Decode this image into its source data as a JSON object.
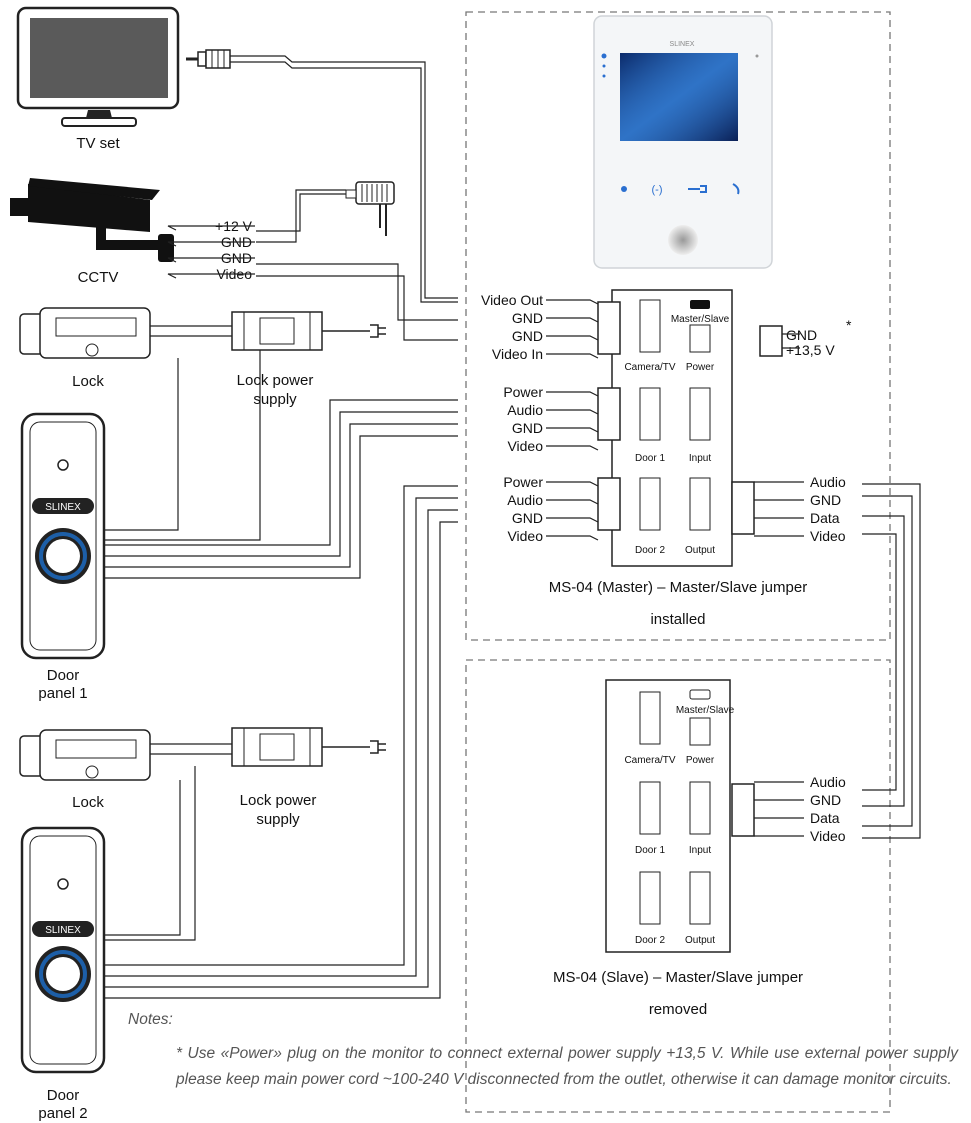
{
  "devices": {
    "tv_label": "TV set",
    "cctv_label": "CCTV",
    "lock_label": "Lock",
    "lock_psu_label_1": "Lock power",
    "lock_psu_label_2": "supply",
    "door1_label_1": "Door",
    "door1_label_2": "panel 1",
    "door2_label_1": "Door",
    "door2_label_2": "panel 2",
    "panel_brand": "SLINEX",
    "monitor_brand": "SLINEX"
  },
  "cctv_wires": [
    "+12 V",
    "GND",
    "GND",
    "Video"
  ],
  "master": {
    "input_wires": [
      "Video Out",
      "GND",
      "GND",
      "Video In"
    ],
    "power_wires": [
      "GND",
      "+13,5 V"
    ],
    "power_asterisk": "*",
    "door1_wires": [
      "Power",
      "Audio",
      "GND",
      "Video"
    ],
    "door2_wires": [
      "Power",
      "Audio",
      "GND",
      "Video"
    ],
    "bus_wires": [
      "Audio",
      "GND",
      "Data",
      "Video"
    ],
    "connectors": {
      "jumper": "Master/Slave",
      "camera_tv": "Camera/TV",
      "power": "Power",
      "door1": "Door 1",
      "input": "Input",
      "door2": "Door 2",
      "output": "Output"
    },
    "caption_1": "MS-04 (Master) – Master/Slave jumper",
    "caption_2": "installed"
  },
  "slave": {
    "bus_wires": [
      "Audio",
      "GND",
      "Data",
      "Video"
    ],
    "connectors": {
      "jumper": "Master/Slave",
      "camera_tv": "Camera/TV",
      "power": "Power",
      "door1": "Door 1",
      "input": "Input",
      "door2": "Door 2",
      "output": "Output"
    },
    "caption_1": "MS-04 (Slave) – Master/Slave jumper",
    "caption_2": "removed"
  },
  "notes": {
    "title": "Notes:",
    "body": "* Use «Power» plug on the monitor to connect external power supply +13,5 V. While use external power supply please keep main power cord ~100-240 V disconnected from the outlet, otherwise it can damage monitor circuits."
  },
  "colors": {
    "panel_ring": "#1d5fa8",
    "screen_blue": "#1a4fa0",
    "monitor_icons": "#2a6fd0"
  }
}
